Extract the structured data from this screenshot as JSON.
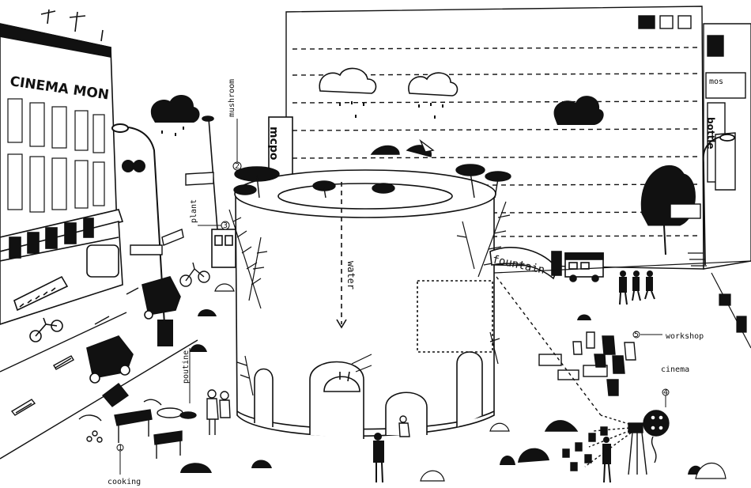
{
  "labels": {
    "cinema_sign": "CINEMA MON",
    "mcpo_sign": "mcpo",
    "fountain": "fountain",
    "water": "water",
    "mushroom": "mushroom",
    "plant": "plant",
    "poutine": "poutine",
    "cooking": "cooking",
    "workshop": "workshop",
    "cinema": "cinema",
    "bottle_sign": "bottle",
    "small_sign": "mos"
  },
  "markers": {
    "mushroom": "2",
    "plant": "3",
    "workshop": "5",
    "cinema": "4",
    "cooking": "1"
  },
  "colors": {
    "ink": "#111111",
    "paper": "#ffffff"
  },
  "icons": [
    "cloud-icon",
    "rain-cloud-icon",
    "tree-icon",
    "car-icon",
    "person-icon",
    "chair-icon",
    "table-icon",
    "projector-icon",
    "film-reel-icon",
    "bus-icon",
    "bicycle-icon"
  ]
}
